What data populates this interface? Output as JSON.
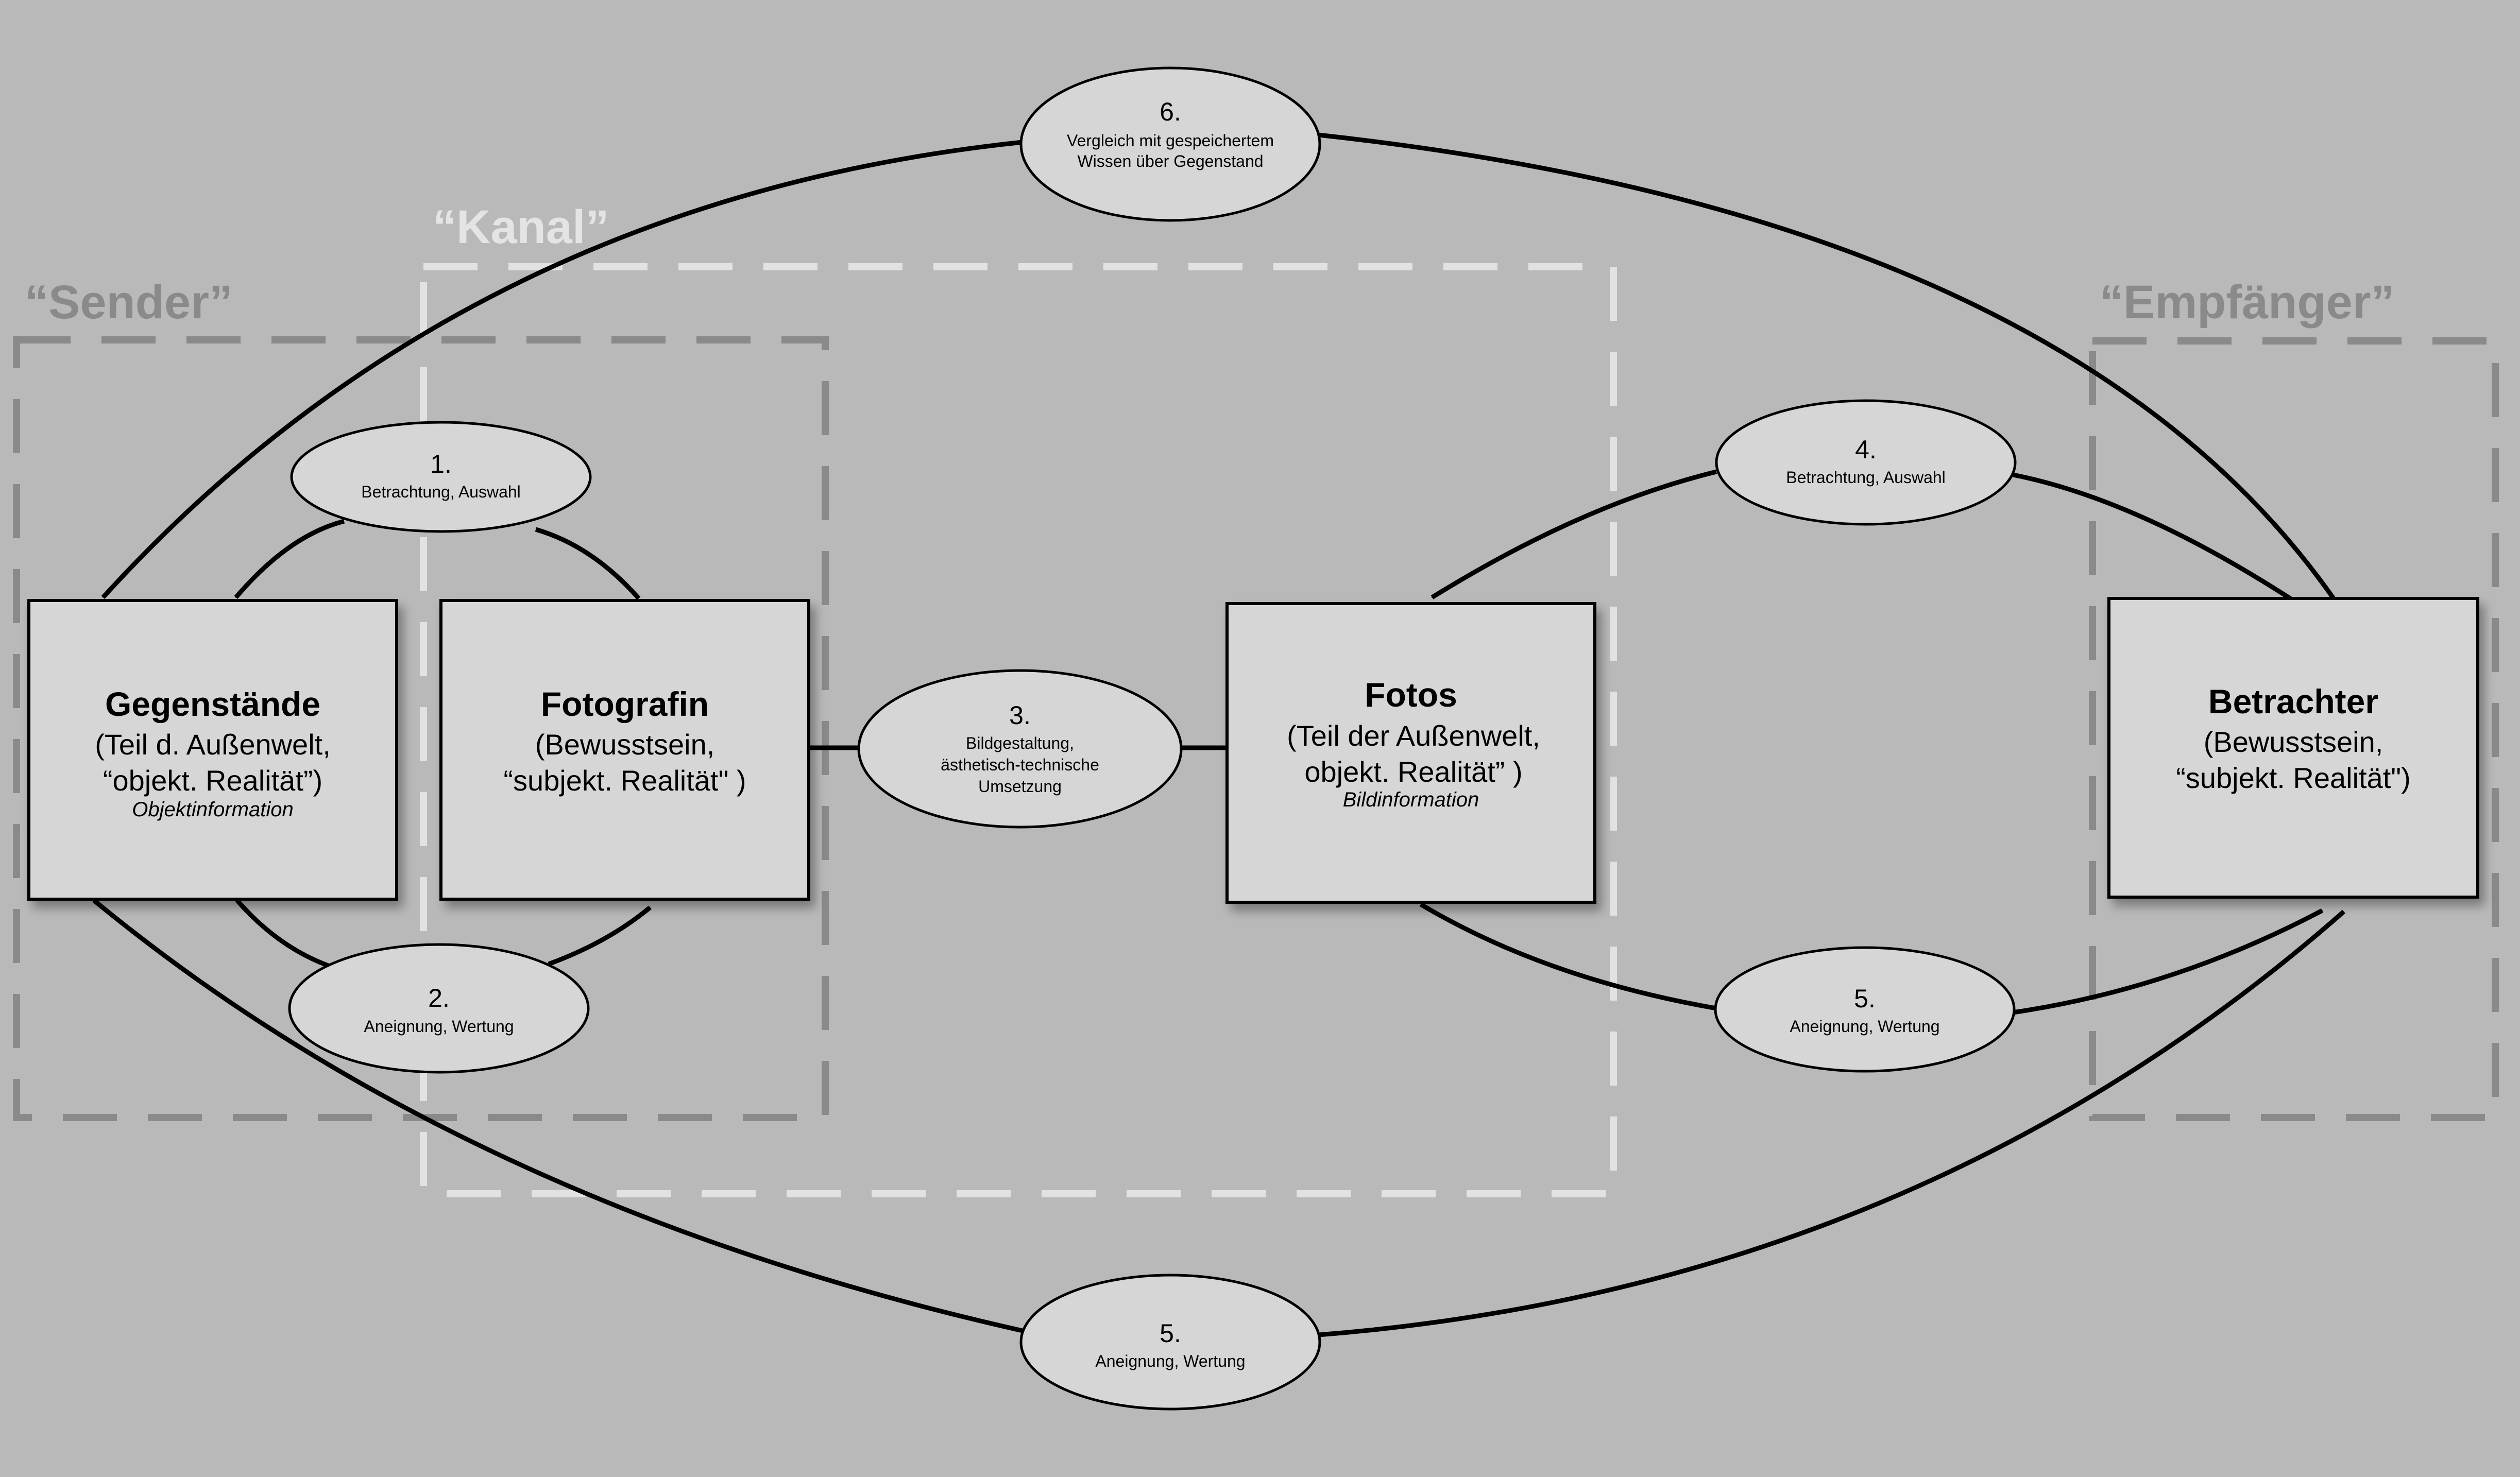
{
  "regions": {
    "sender": "“Sender”",
    "kanal": "“Kanal”",
    "empfaenger": "“Empfänger”"
  },
  "boxes": {
    "gegenstaende": {
      "title": "Gegenstände",
      "line1": "(Teil d. Außenwelt,",
      "line2": "“objekt. Realität”)",
      "italic": "Objektinformation"
    },
    "fotografin": {
      "title": "Fotografin",
      "line1": "(Bewusstsein,",
      "line2": "“subjekt. Realität\" )"
    },
    "fotos": {
      "title": "Fotos",
      "line1": "(Teil der Außenwelt,",
      "line2": "objekt. Realität” )",
      "italic": "Bildinformation"
    },
    "betrachter": {
      "title": "Betrachter",
      "line1": "(Bewusstsein,",
      "line2": "“subjekt. Realität\")"
    }
  },
  "steps": {
    "s1": {
      "num": "1.",
      "line1": "Betrachtung, Auswahl"
    },
    "s2": {
      "num": "2.",
      "line1": "Aneignung, Wertung"
    },
    "s3": {
      "num": "3.",
      "line1": "Bildgestaltung,",
      "line2": "ästhetisch-technische",
      "line3": "Umsetzung"
    },
    "s4": {
      "num": "4.",
      "line1": "Betrachtung, Auswahl"
    },
    "s5a": {
      "num": "5.",
      "line1": "Aneignung, Wertung"
    },
    "s5b": {
      "num": "5.",
      "line1": "Aneignung, Wertung"
    },
    "s6": {
      "num": "6.",
      "line1": "Vergleich mit gespeichertem",
      "line2": "Wissen über Gegenstand"
    }
  },
  "colors": {
    "background": "#b9b9b9",
    "box_fill": "#d6d6d6",
    "sender_dash": "#8a8a8a",
    "kanal_dash": "#e2e2e2",
    "empfaenger_dash": "#8a8a8a",
    "sender_label": "#8a8a8a",
    "kanal_label": "#e4e4e4",
    "empfaenger_label": "#8a8a8a"
  }
}
